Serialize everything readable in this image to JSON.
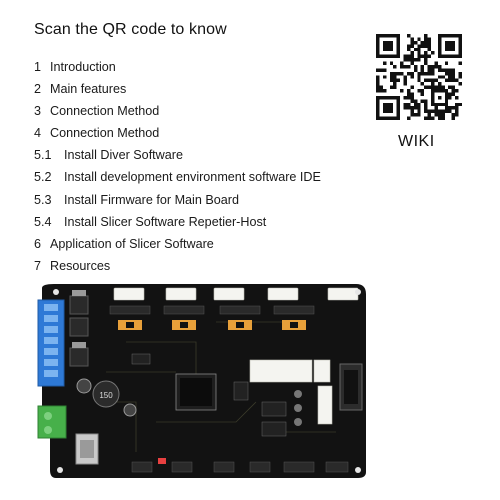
{
  "heading": "Scan the QR code to know",
  "toc": [
    {
      "num": "1",
      "label": "Introduction"
    },
    {
      "num": "2",
      "label": "Main features"
    },
    {
      "num": "3",
      "label": "Connection Method"
    },
    {
      "num": "4",
      "label": "Connection Method"
    },
    {
      "num": "5.1",
      "label": "Install Diver Software"
    },
    {
      "num": "5.2",
      "label": "Install development environment software IDE"
    },
    {
      "num": "5.3",
      "label": "Install Firmware for Main Board"
    },
    {
      "num": "5.4",
      "label": "Install Slicer Software Repetier-Host"
    },
    {
      "num": "6",
      "label": "Application of Slicer Software"
    },
    {
      "num": "7",
      "label": "Resources"
    }
  ],
  "qr_caption": "WIKI",
  "board": {
    "silkscreen": "150"
  },
  "colors": {
    "board": "#121212",
    "terminal_blue": "#2e79d6",
    "terminal_green": "#47b04a",
    "header_white": "#f4f4f0",
    "driver_orange": "#e8a03a"
  }
}
